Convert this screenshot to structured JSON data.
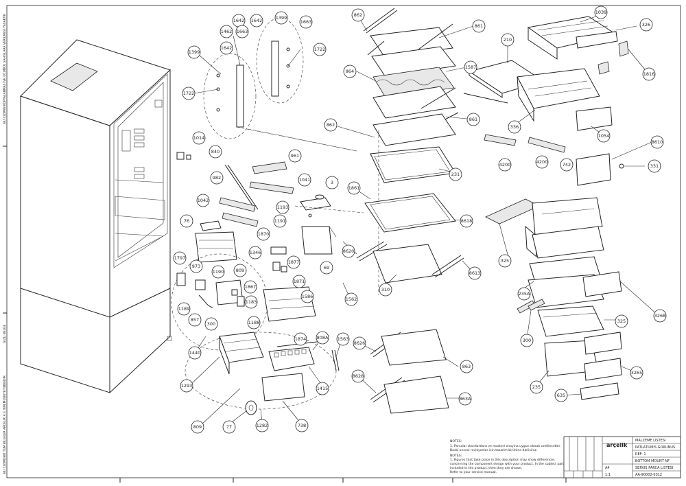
{
  "callouts": [
    "1399",
    "1642",
    "1462",
    "1663",
    "1642",
    "1399",
    "1663",
    "1722",
    "1722",
    "862",
    "861",
    "210",
    "1039",
    "326",
    "1587",
    "864",
    "1816",
    "1642",
    "862",
    "861",
    "336",
    "1054",
    "1014",
    "840",
    "961",
    "4200",
    "4200",
    "742",
    "8610",
    "331",
    "982",
    "1041",
    "231",
    "1861",
    "3",
    "1042",
    "1193",
    "1191",
    "8618",
    "76",
    "1870",
    "325",
    "1797",
    "973",
    "1346",
    "1877",
    "69",
    "8620",
    "1190",
    "809",
    "1871",
    "310",
    "8613",
    "1867",
    "1586",
    "235A",
    "1189",
    "1183",
    "1562",
    "3268",
    "857",
    "300",
    "1188",
    "325",
    "300",
    "1874",
    "808A",
    "1563",
    "8626",
    "1440",
    "863",
    "3265",
    "1293",
    "8628",
    "235",
    "863A",
    "635",
    "809",
    "77",
    "1282",
    "738",
    "1415"
  ],
  "legal_header": "NOTES:",
  "legal_lines": [
    "1. Parcalar standartlara ve musteri onayina uygun olarak uretilecektir.",
    "   Baski oncesi revizyonlar icin tasarim birimine danisiniz.",
    "NOTES:",
    "1. Figures that take place in this description may show differences",
    "   concerning the component design with your product. In the subject parts are",
    "   included in the product, then they are shown.",
    "   Refer to your service manual."
  ],
  "title_block": {
    "brand": "arçelik",
    "rows": [
      "MALZEME LISTESI",
      "PATLATILMIS GORUNUS",
      "REF: 1",
      "BOTTOM MOUNT NF",
      "SERVIS PARCA LISTESI",
      "AA-90002-0312",
      "A4",
      "1:1"
    ]
  },
  "side_texts": [
    "BU CIZIMIN KOPYALANMASI VE UCUNCU SAHISLARA VERILMESI YASAKTIR",
    "GIZLI BELGE",
    "BU CIZIMDEKI TUM BILGILER ARCELIK A.S.'NIN MULKIYETINDEDIR"
  ],
  "bottom_grid_labels": [
    "",
    "",
    "",
    "",
    "",
    "",
    ""
  ]
}
